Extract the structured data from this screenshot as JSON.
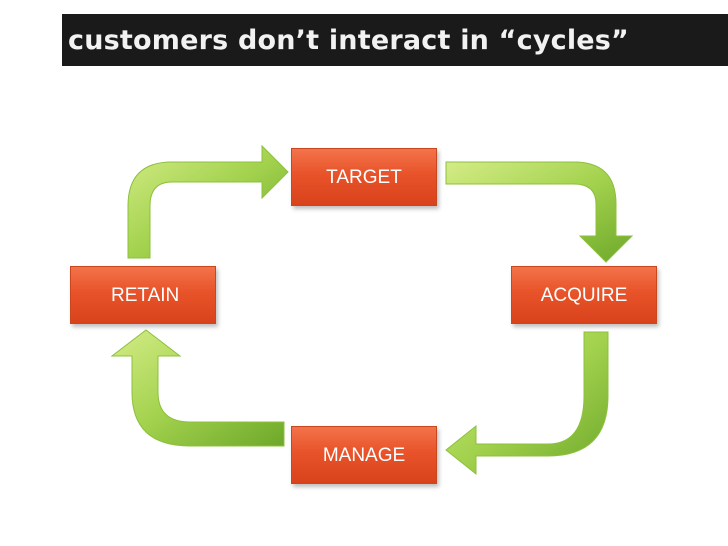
{
  "slide": {
    "title": "customers don’t interact in “cycles”"
  },
  "diagram": {
    "nodes": {
      "target": "TARGET",
      "acquire": "ACQUIRE",
      "manage": "MANAGE",
      "retain": "RETAIN"
    },
    "edges": [
      {
        "from": "retain",
        "to": "target"
      },
      {
        "from": "target",
        "to": "acquire"
      },
      {
        "from": "acquire",
        "to": "manage"
      },
      {
        "from": "manage",
        "to": "retain"
      }
    ]
  },
  "colors": {
    "title_bar": "#1a1a1a",
    "title_text": "#f2f2f2",
    "box_fill": "#e8532a",
    "arrow_light": "#c6e36b",
    "arrow_dark": "#6ea82a"
  }
}
